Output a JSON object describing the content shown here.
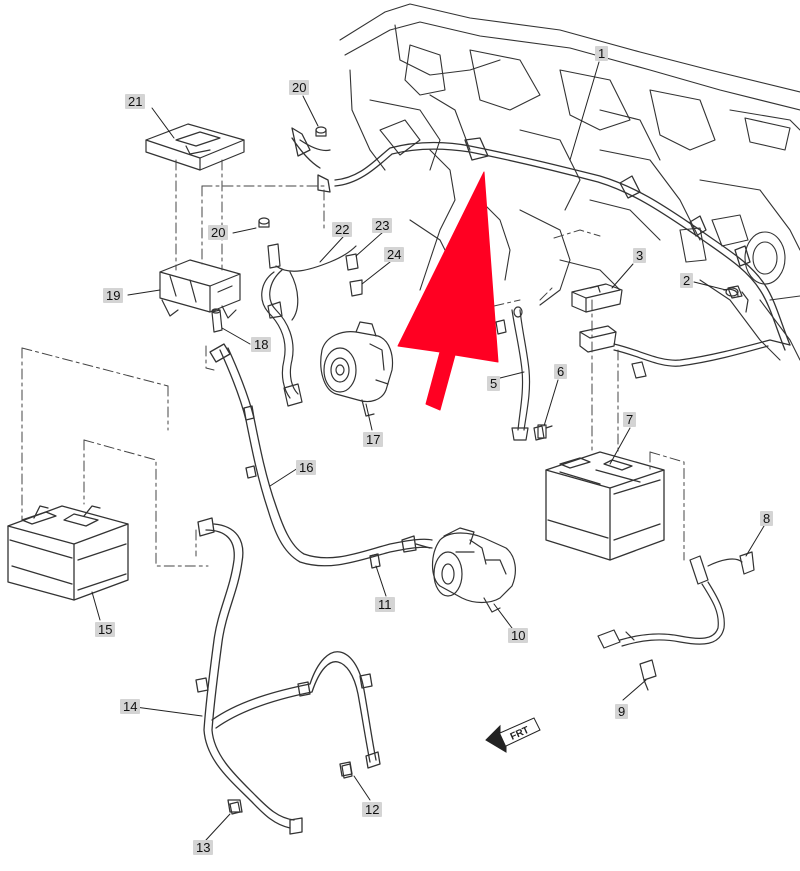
{
  "diagram": {
    "parts": [
      {
        "id": "1",
        "label": "1"
      },
      {
        "id": "2",
        "label": "2"
      },
      {
        "id": "3",
        "label": "3"
      },
      {
        "id": "5",
        "label": "5"
      },
      {
        "id": "6",
        "label": "6"
      },
      {
        "id": "7",
        "label": "7"
      },
      {
        "id": "8",
        "label": "8"
      },
      {
        "id": "9",
        "label": "9"
      },
      {
        "id": "10",
        "label": "10"
      },
      {
        "id": "11",
        "label": "11"
      },
      {
        "id": "12",
        "label": "12"
      },
      {
        "id": "13",
        "label": "13"
      },
      {
        "id": "14",
        "label": "14"
      },
      {
        "id": "15",
        "label": "15"
      },
      {
        "id": "16",
        "label": "16"
      },
      {
        "id": "17",
        "label": "17"
      },
      {
        "id": "18",
        "label": "18"
      },
      {
        "id": "19",
        "label": "19"
      },
      {
        "id": "20a",
        "label": "20"
      },
      {
        "id": "20b",
        "label": "20"
      },
      {
        "id": "21",
        "label": "21"
      },
      {
        "id": "22",
        "label": "22"
      },
      {
        "id": "23",
        "label": "23"
      },
      {
        "id": "24",
        "label": "24"
      }
    ],
    "direction_indicator": {
      "label": "FRT"
    },
    "pointer_arrow": {
      "color": "#ff0022"
    },
    "line_color": "#333333",
    "label_bg": "#d4d4d4"
  }
}
